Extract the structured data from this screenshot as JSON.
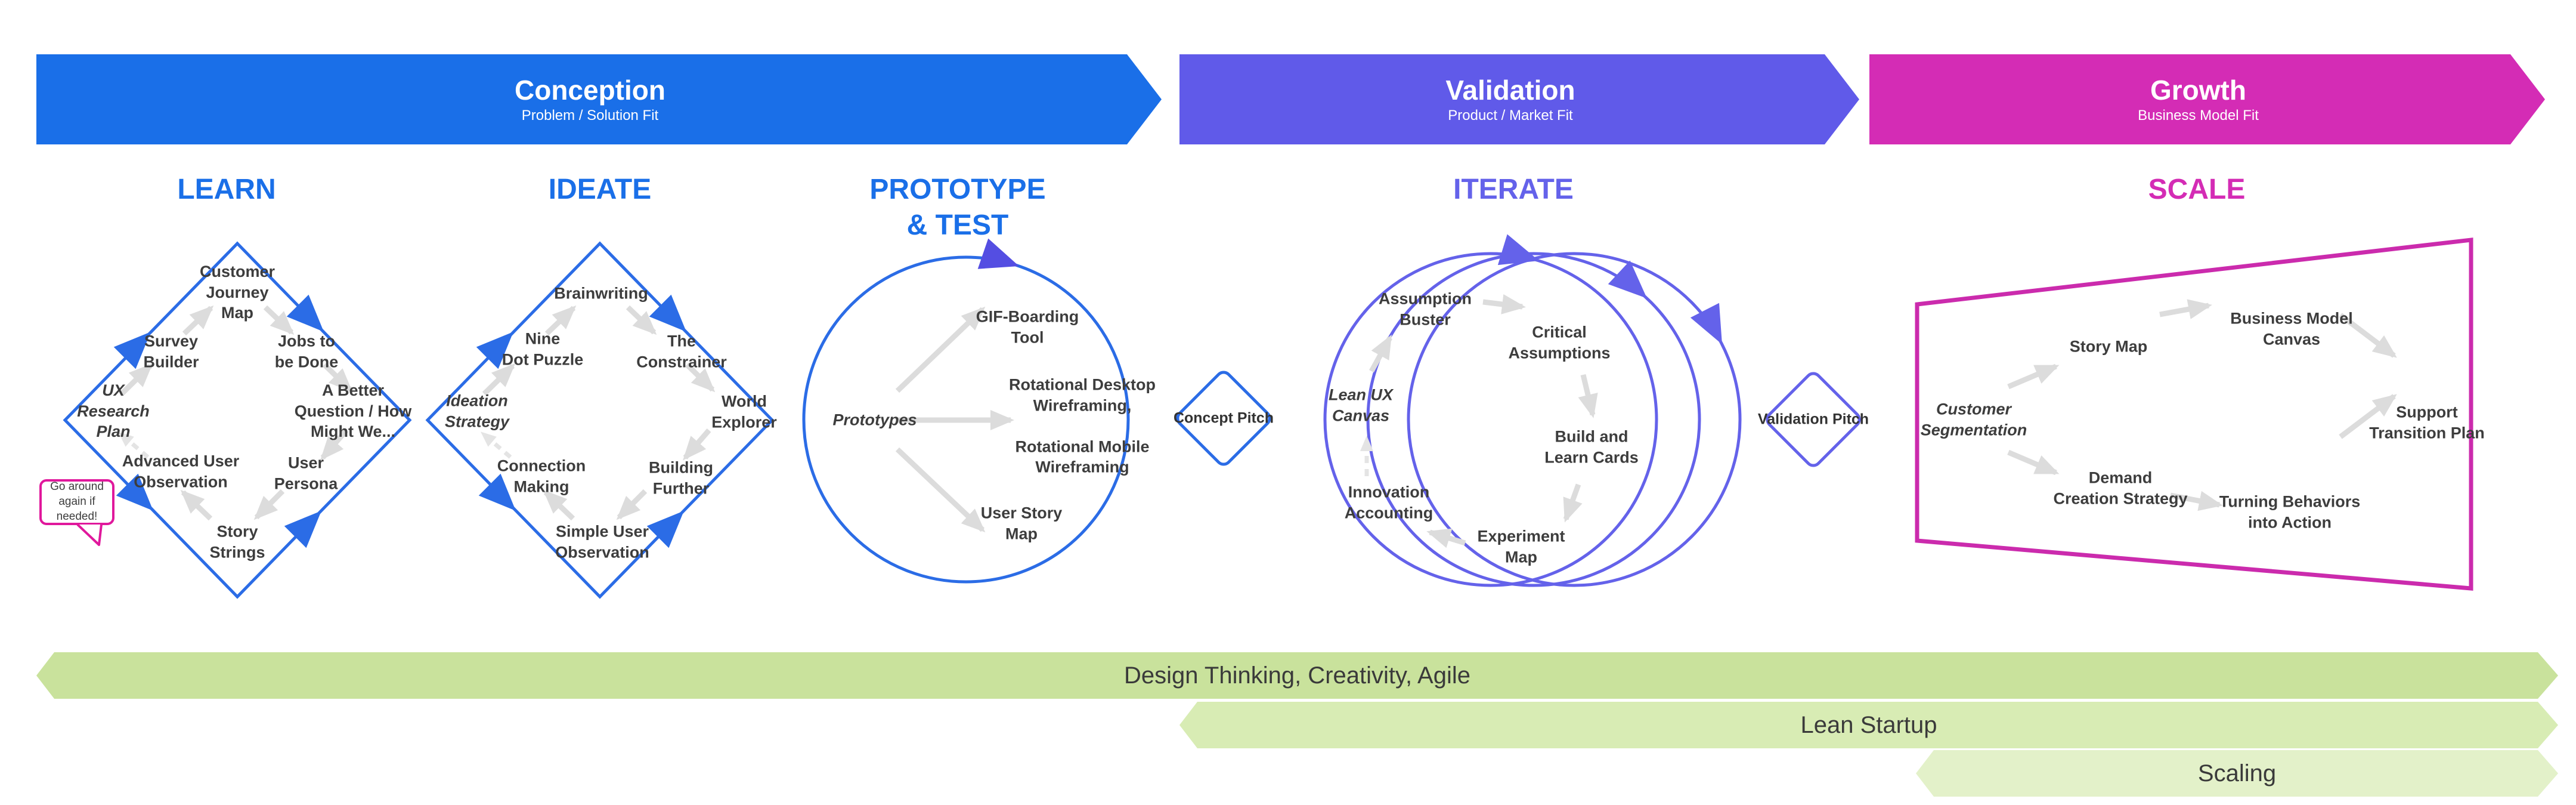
{
  "colors": {
    "shape_blue": "#2b6ce6",
    "shape_purple": "#6462ea",
    "shape_magenta": "#cb2bad",
    "arrow_gray": "#dcdcdc",
    "node_text": "#3d3d3d",
    "callout_pink": "#e0189c",
    "indigo_arrowhead": "#544ee2"
  },
  "banners": [
    {
      "title": "Conception",
      "subtitle": "Problem / Solution Fit",
      "color": "#1a6fe8"
    },
    {
      "title": "Validation",
      "subtitle": "Product / Market Fit",
      "color": "#605ae9"
    },
    {
      "title": "Growth",
      "subtitle": "Business Model Fit",
      "color": "#d42cb5"
    }
  ],
  "phases": [
    {
      "label": "LEARN",
      "color": "#1a6fe8"
    },
    {
      "label": "IDEATE",
      "color": "#1a6fe8"
    },
    {
      "label": "PROTOTYPE\n& TEST",
      "color": "#1a6fe8"
    },
    {
      "label": "ITERATE",
      "color": "#6462ea"
    },
    {
      "label": "SCALE",
      "color": "#d42cb5"
    }
  ],
  "pitches": [
    {
      "label": "Concept Pitch"
    },
    {
      "label": "Validation Pitch"
    }
  ],
  "callout": {
    "text": "Go around\nagain if needed!"
  },
  "bars": [
    {
      "label": "Design Thinking, Creativity, Agile",
      "color": "#c9e29c"
    },
    {
      "label": "Lean Startup",
      "color": "#d8ecb4"
    },
    {
      "label": "Scaling",
      "color": "#e3f1c9"
    }
  ],
  "sections": {
    "learn": {
      "nodes": {
        "ux-research-plan": "UX\nResearch\nPlan",
        "survey-builder": "Survey\nBuilder",
        "customer-journey-map": "Customer\nJourney\nMap",
        "jobs-to-be-done": "Jobs to\nbe Done",
        "a-better-question": "A Better\nQuestion / How\nMight We...",
        "user-persona": "User\nPersona",
        "story-strings": "Story\nStrings",
        "advanced-user-observation": "Advanced User\nObservation"
      }
    },
    "ideate": {
      "nodes": {
        "ideation-strategy": "Ideation\nStrategy",
        "nine-dot-puzzle": "Nine\nDot Puzzle",
        "brainwriting": "Brainwriting",
        "the-constrainer": "The\nConstrainer",
        "world-explorer": "World\nExplorer",
        "building-further": "Building\nFurther",
        "simple-user-observation": "Simple User\nObservation",
        "connection-making": "Connection\nMaking"
      }
    },
    "prototype": {
      "nodes": {
        "prototypes": "Prototypes",
        "gif-boarding-tool": "GIF-Boarding\nTool",
        "rotational-wireframing": "Rotational Desktop\nWireframing,\n\nRotational Mobile\nWireframing",
        "user-story-map": "User Story\nMap"
      }
    },
    "iterate": {
      "nodes": {
        "lean-ux-canvas": "Lean UX\nCanvas",
        "assumption-buster": "Assumption\nBuster",
        "critical-assumptions": "Critical\nAssumptions",
        "build-and-learn-cards": "Build and\nLearn Cards",
        "experiment-map": "Experiment\nMap",
        "innovation-accounting": "Innovation\nAccounting"
      }
    },
    "scale": {
      "nodes": {
        "customer-segmentation": "Customer\nSegmentation",
        "story-map": "Story Map",
        "business-model-canvas": "Business Model\nCanvas",
        "support-transition-plan": "Support\nTransition Plan",
        "demand-creation-strategy": "Demand\nCreation Strategy",
        "turning-behaviors-into-action": "Turning Behaviors\ninto Action"
      }
    }
  }
}
